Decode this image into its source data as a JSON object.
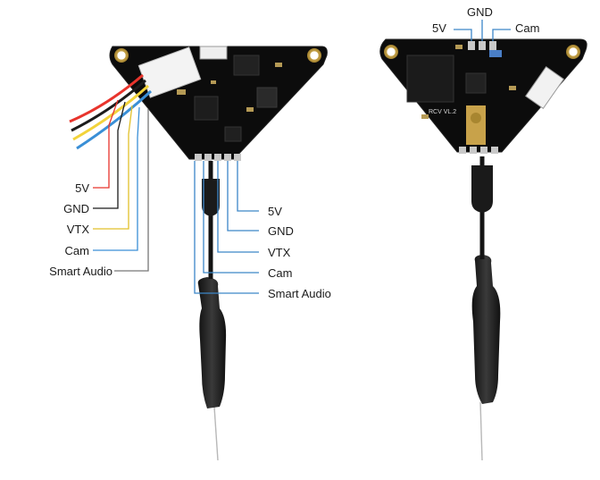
{
  "left_wire_labels": [
    "5V",
    "GND",
    "VTX",
    "Cam",
    "Smart Audio"
  ],
  "right_pin_labels": [
    "5V",
    "GND",
    "VTX",
    "Cam",
    "Smart Audio"
  ],
  "top_pin_labels": [
    "5V",
    "GND",
    "Cam"
  ],
  "board_marking": "RCV VL.2",
  "colors": {
    "wire_5v": "#e8342c",
    "wire_gnd": "#1b1b1b",
    "wire_vtx": "#f2d33b",
    "wire_cam": "#3a8fd6",
    "wire_audio": "#777777",
    "pin_line": "#3c86c8",
    "pcb": "#0c0c0c",
    "gold": "#c8a24a"
  }
}
